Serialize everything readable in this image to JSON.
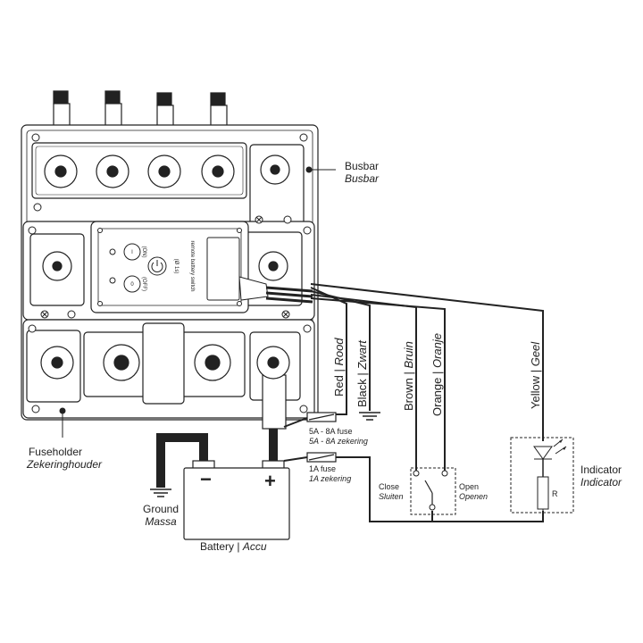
{
  "labels": {
    "busbar": "Busbar",
    "busbar_nl": "Busbar",
    "fuseholder": "Fuseholder",
    "fuseholder_nl": "Zekeringhouder",
    "ground": "Ground",
    "ground_nl": "Massa",
    "battery": "Battery | ",
    "battery_nl": "Accu",
    "indicator": "Indicator",
    "indicator_nl": "Indicator",
    "fuse_5a": "5A - 8A fuse",
    "fuse_5a_nl": "5A - 8A zekering",
    "fuse_1a": "1A fuse",
    "fuse_1a_nl": "1A zekering",
    "close": "Close",
    "close_nl": "Sluiten",
    "open": "Open",
    "open_nl": "Openen",
    "resistor": "R",
    "switch_panel": "remote battery switch",
    "btn_on": "I",
    "btn_off": "0",
    "btn_on_sub": "(ON)",
    "btn_off_sub": "(OFF)",
    "power_sub": "(Ø 1s)",
    "minus": "−",
    "plus": "+"
  },
  "wires": {
    "red": "Red | ",
    "red_nl": "Rood",
    "black": "Black | ",
    "black_nl": "Zwart",
    "brown": "Brown | ",
    "brown_nl": "Bruin",
    "orange": "Orange | ",
    "orange_nl": "Oranje",
    "yellow": "Yellow | ",
    "yellow_nl": "Geel"
  }
}
